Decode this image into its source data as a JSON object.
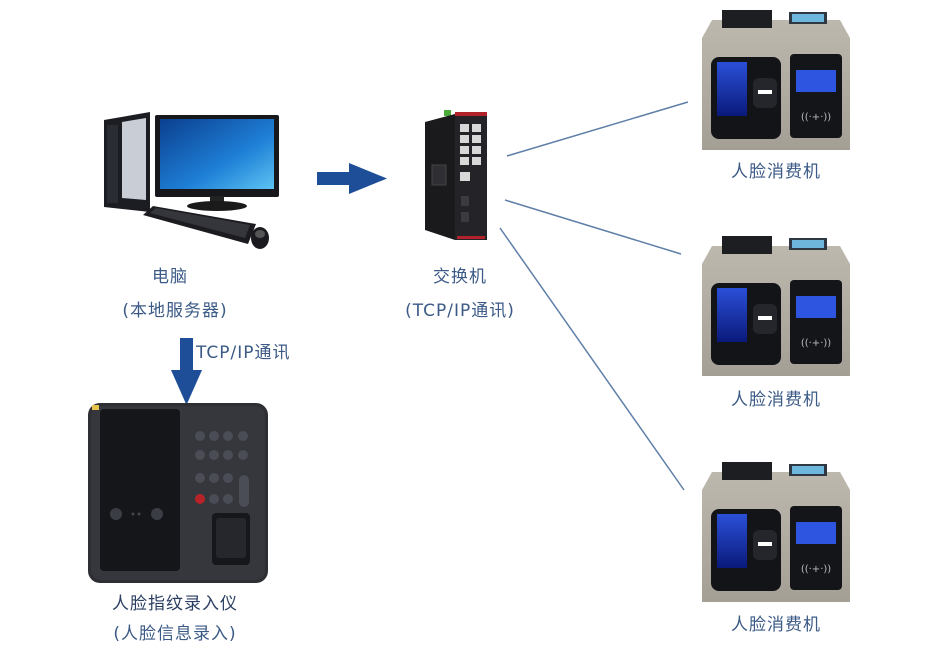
{
  "nodes": {
    "computer": {
      "title": "电脑",
      "subtitle": "(本地服务器)"
    },
    "switch": {
      "title": "交换机",
      "subtitle": "(TCP/IP通讯)"
    },
    "enroller": {
      "title": "人脸指纹录入仪",
      "subtitle": "(人脸信息录入)"
    },
    "terminals": [
      {
        "title": "人脸消费机"
      },
      {
        "title": "人脸消费机"
      },
      {
        "title": "人脸消费机"
      }
    ]
  },
  "edges": {
    "computer_to_enroller": {
      "label": "TCP/IP通讯"
    }
  },
  "colors": {
    "arrow": "#1f4e99",
    "line": "#5f7fa8",
    "text": "#3b5a86"
  }
}
